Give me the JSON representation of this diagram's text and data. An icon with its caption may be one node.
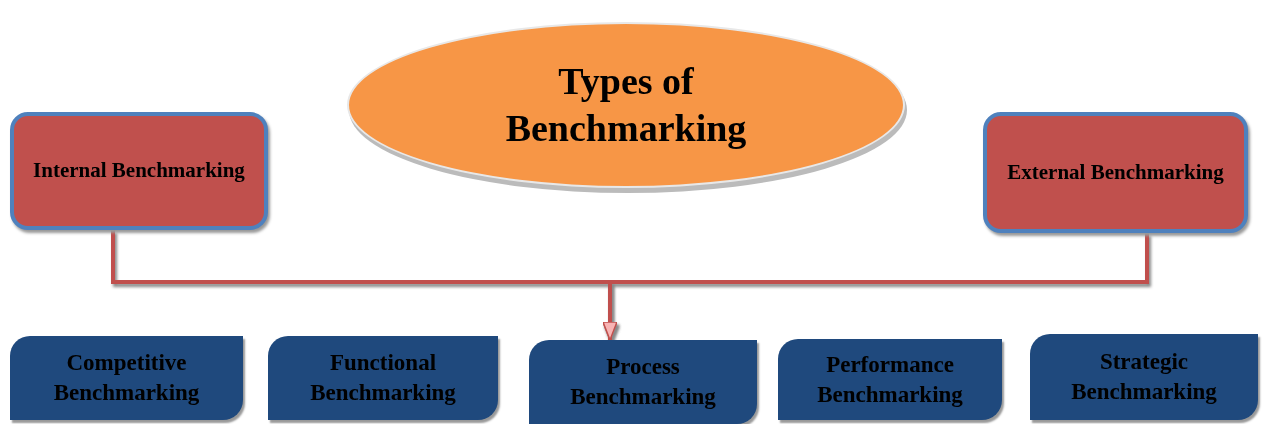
{
  "diagram": {
    "nodes": [
      {
        "text": [
          "Types of Benchmarking"
        ]
      },
      {
        "text": [
          "Internal Benchmarking"
        ]
      },
      {
        "text": [
          "External Benchmarking"
        ]
      },
      {
        "text": [
          "Competitive Benchmarking"
        ]
      },
      {
        "text": [
          "Functional Benchmarking"
        ]
      },
      {
        "text": [
          "Process Benchmarking"
        ]
      },
      {
        "text": [
          "Performance Benchmarking"
        ]
      },
      {
        "text": [
          "Strategic Benchmarking"
        ]
      }
    ],
    "edges": [
      {
        "from": 1,
        "to": 5,
        "arrow": "to"
      },
      {
        "from": 2,
        "to": 5,
        "arrow": "to"
      }
    ]
  }
}
